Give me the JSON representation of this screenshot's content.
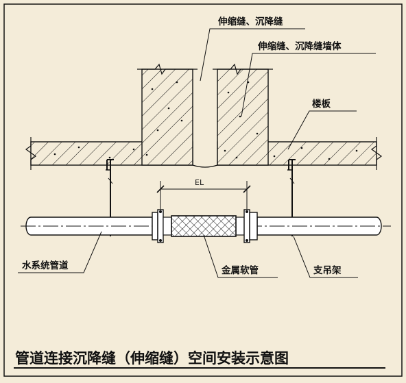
{
  "colors": {
    "background": "#f4ecd9",
    "line": "#111111",
    "pipe_fill": "#ffffff"
  },
  "labels": {
    "joint": "伸缩缝、沉降缝",
    "joint_wall": "伸缩缝、沉降缝墙体",
    "floor_slab": "楼板",
    "water_pipe": "水系统管道",
    "metal_hose": "金属软管",
    "hanger": "支吊架",
    "dimension": "EL"
  },
  "caption": "管道连接沉降缝（伸缩缝）空间安装示意图"
}
